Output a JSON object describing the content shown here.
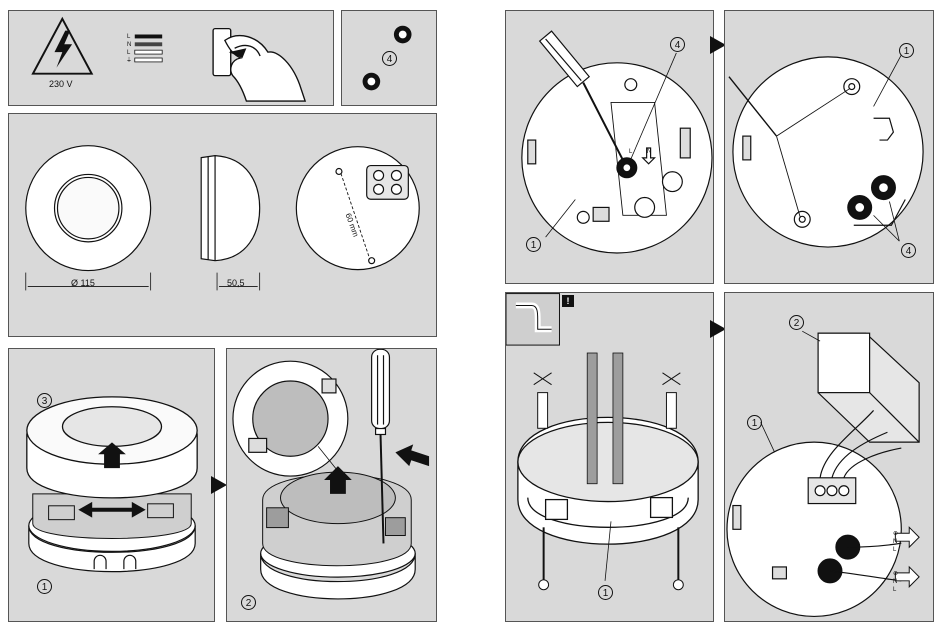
{
  "panel1": {
    "voltage": "230 V",
    "wires": [
      "L",
      "N",
      "L",
      "⏚"
    ]
  },
  "panel2": {
    "callout": "4"
  },
  "panel3": {
    "diameter": "Ø 115",
    "height": "50,5",
    "hole_spacing": "60 mm"
  },
  "panel4": {
    "callout_top": "3",
    "callout_bottom": "1"
  },
  "panel5": {
    "callout": "2"
  },
  "panel6": {
    "callout_top": "4",
    "callout_left": "1",
    "terminal_labels": [
      "L",
      "N"
    ]
  },
  "panel7": {
    "callout_top": "1",
    "callout_bottom": "4"
  },
  "panel8": {
    "badge": "!",
    "callout": "1"
  },
  "panel9": {
    "callout_top": "2",
    "callout_left": "1",
    "wire_labels_upper": [
      "⊕",
      "N",
      "L"
    ],
    "wire_labels_lower": [
      "⊕",
      "N",
      "L"
    ]
  }
}
